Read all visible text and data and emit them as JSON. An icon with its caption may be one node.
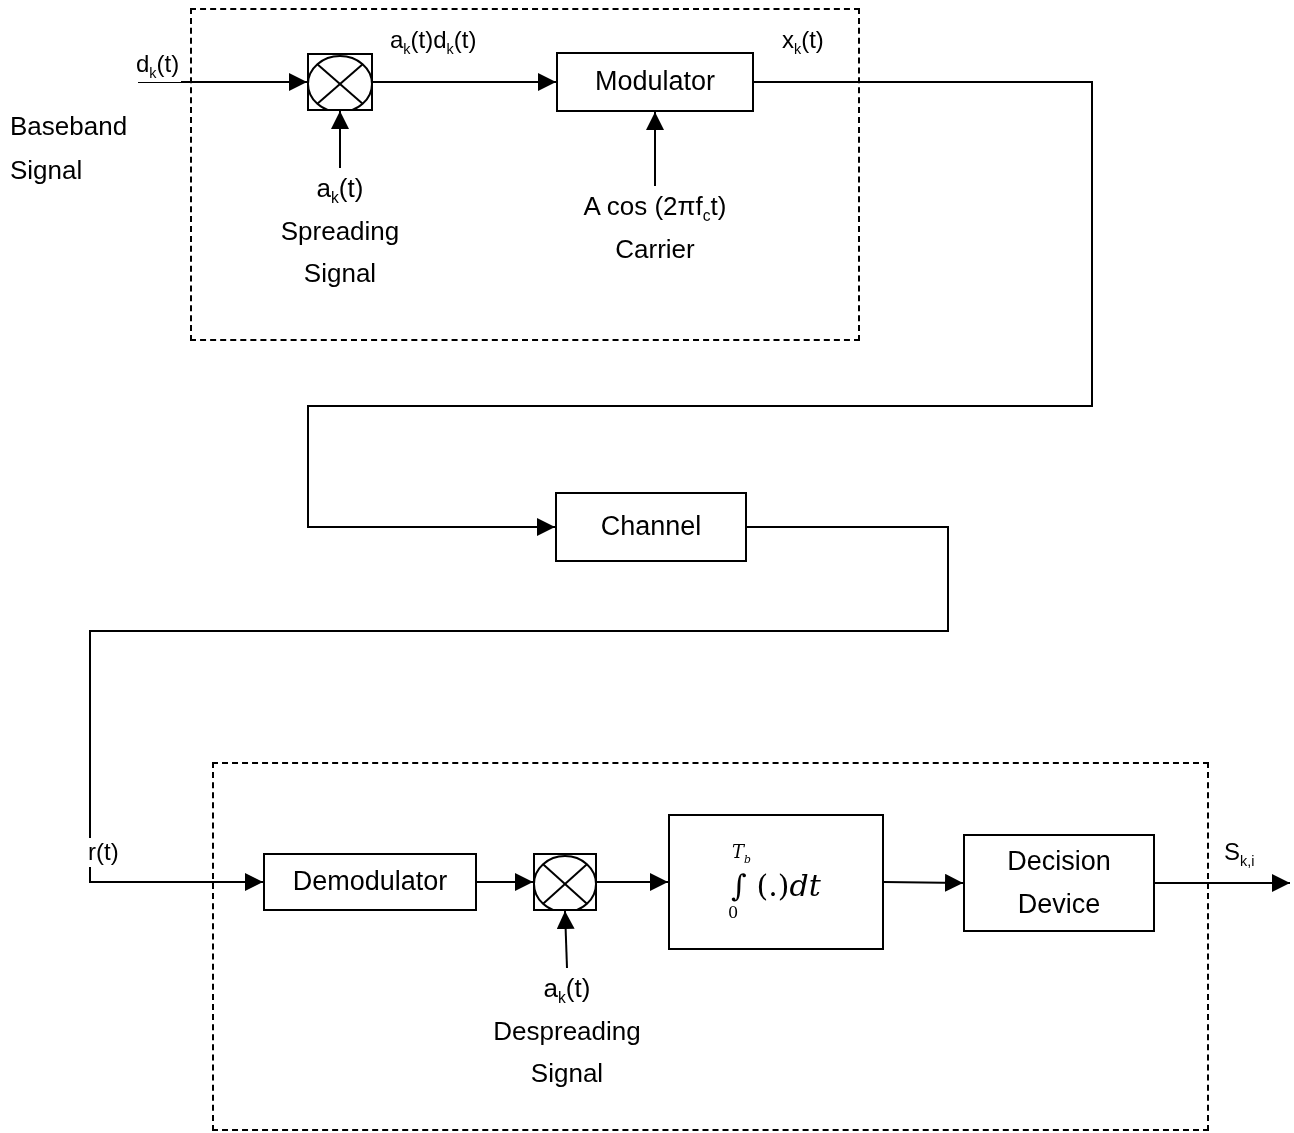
{
  "diagram": {
    "nodes": [
      {
        "text": [],
        "shape": "box"
      },
      {
        "text": [],
        "shape": "circle",
        "in": 0
      },
      {
        "text": [
          "Modulator"
        ],
        "in": 0
      },
      {
        "text": [
          "a$_{k}$(t)",
          "Spreading Signal"
        ],
        "in": 0
      },
      {
        "text": [
          "A cos (2πf$_{c}$t)",
          "Carrier"
        ],
        "in": 0
      },
      {
        "text": [
          "Channel"
        ]
      },
      {
        "text": [],
        "shape": "box"
      },
      {
        "text": [
          "Demodulator"
        ],
        "in": 6
      },
      {
        "text": [],
        "shape": "circle",
        "in": 6
      },
      {
        "text": [
          "*T$_{b}$*",
          "∫ (.)*dt*",
          "0"
        ],
        "in": 6
      },
      {
        "text": [
          "Decision Device"
        ],
        "in": 6
      },
      {
        "text": [
          "a$_{k}$(t)",
          "Despreading Signal"
        ],
        "in": 6
      }
    ],
    "edges": [
      {
        "from": null,
        "to": 1,
        "arrow": "to",
        "label": "d$_{k}$(t)"
      },
      {
        "from": 3,
        "to": 1,
        "arrow": "to"
      },
      {
        "from": 1,
        "to": 2,
        "arrow": "to",
        "label": "a$_{k}$(t)d$_{k}$(t)"
      },
      {
        "from": 4,
        "to": 2,
        "arrow": "to"
      },
      {
        "from": 2,
        "to": 5,
        "arrow": "to",
        "label": "x$_{k}$(t)"
      },
      {
        "from": 5,
        "to": 7,
        "arrow": "to",
        "label": "r(t)"
      },
      {
        "from": 7,
        "to": 8,
        "arrow": "to"
      },
      {
        "from": 11,
        "to": 8,
        "arrow": "to"
      },
      {
        "from": 8,
        "to": 9,
        "arrow": "to"
      },
      {
        "from": 9,
        "to": 10,
        "arrow": "to"
      },
      {
        "from": 10,
        "to": null,
        "arrow": "to",
        "label": "S$_{k,i}$"
      }
    ],
    "labels": [
      "Baseband Signal"
    ]
  }
}
